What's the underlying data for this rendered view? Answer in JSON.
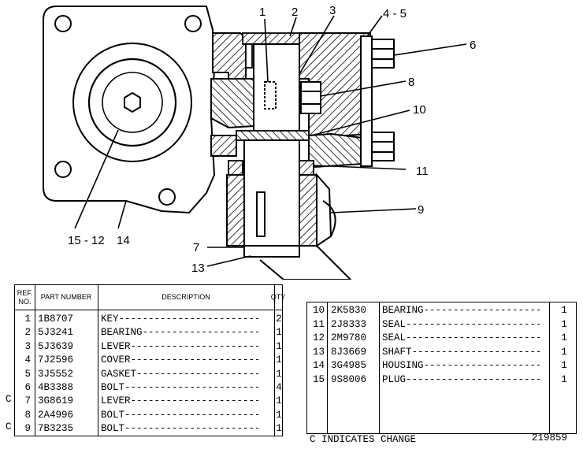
{
  "callouts": {
    "c1": "1",
    "c2": "2",
    "c3": "3",
    "c45": "4 - 5",
    "c6": "6",
    "c7": "7",
    "c8": "8",
    "c9": "9",
    "c10": "10",
    "c11": "11",
    "c13": "13",
    "c14": "14",
    "c1512": "15 - 12"
  },
  "table_headers": {
    "ref": "REF. NO.",
    "part": "PART NUMBER",
    "description": "DESCRIPTION",
    "qty": "QTY"
  },
  "parts_left": [
    {
      "ref": "1",
      "part": "1B8707",
      "desc": "KEY",
      "qty": "2",
      "change": ""
    },
    {
      "ref": "2",
      "part": "5J3241",
      "desc": "BEARING",
      "qty": "1",
      "change": ""
    },
    {
      "ref": "3",
      "part": "5J3639",
      "desc": "LEVER",
      "qty": "1",
      "change": ""
    },
    {
      "ref": "4",
      "part": "7J2596",
      "desc": "COVER",
      "qty": "1",
      "change": ""
    },
    {
      "ref": "5",
      "part": "3J5552",
      "desc": "GASKET",
      "qty": "1",
      "change": ""
    },
    {
      "ref": "6",
      "part": "4B3388",
      "desc": "BOLT",
      "qty": "4",
      "change": ""
    },
    {
      "ref": "7",
      "part": "3G8619",
      "desc": "LEVER",
      "qty": "1",
      "change": "C"
    },
    {
      "ref": "8",
      "part": "2A4996",
      "desc": "BOLT",
      "qty": "1",
      "change": ""
    },
    {
      "ref": "9",
      "part": "7B3235",
      "desc": "BOLT",
      "qty": "1",
      "change": "C"
    }
  ],
  "parts_right": [
    {
      "ref": "10",
      "part": "2K5830",
      "desc": "BEARING",
      "qty": "1"
    },
    {
      "ref": "11",
      "part": "2J8333",
      "desc": "SEAL",
      "qty": "1"
    },
    {
      "ref": "12",
      "part": "2M9780",
      "desc": "SEAL",
      "qty": "1"
    },
    {
      "ref": "13",
      "part": "8J3669",
      "desc": "SHAFT",
      "qty": "1"
    },
    {
      "ref": "14",
      "part": "3G4985",
      "desc": "HOUSING",
      "qty": "1"
    },
    {
      "ref": "15",
      "part": "9S8006",
      "desc": "PLUG",
      "qty": "1"
    }
  ],
  "legend_note": "C INDICATES CHANGE",
  "drawing_number": "219859"
}
